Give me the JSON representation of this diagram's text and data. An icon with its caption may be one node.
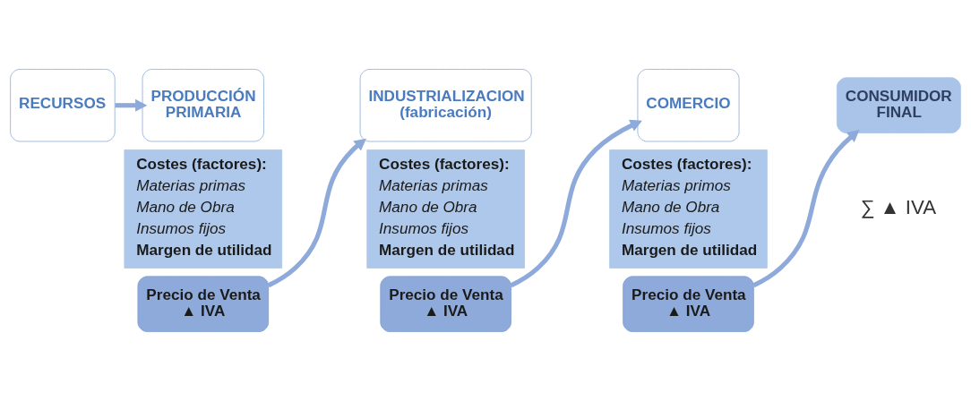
{
  "diagram": {
    "nodes": [
      {
        "text": [
          "RECURSOS"
        ]
      },
      {
        "text": [
          "PRODUCCIÓN PRIMARIA"
        ]
      },
      {
        "text": [
          "Costes (factores):",
          "Materias primas",
          "Mano de Obra",
          "Insumos fijos",
          "Margen de utilidad"
        ]
      },
      {
        "text": [
          "Precio de Venta",
          "▲ IVA"
        ]
      },
      {
        "text": [
          "INDUSTRIALIZACION (fabricación)"
        ]
      },
      {
        "text": [
          "Costes (factores):",
          "Materias primas",
          "Mano de Obra",
          "Insumos fijos",
          "Margen de utilidad"
        ]
      },
      {
        "text": [
          "Precio de Venta",
          "▲ IVA"
        ]
      },
      {
        "text": [
          "COMERCIO"
        ]
      },
      {
        "text": [
          "Costes (factores):",
          "Materias primos",
          "Mano de Obra",
          "Insumos fijos",
          "Margen de utilidad"
        ]
      },
      {
        "text": [
          "Precio de Venta",
          "▲ IVA"
        ]
      },
      {
        "text": [
          "CONSUMIDOR FINAL"
        ],
        "beside": [
          "∑ ▲ IVA"
        ]
      }
    ],
    "edges": [
      {
        "from": 0,
        "to": 1,
        "arrow": "to"
      },
      {
        "from": 3,
        "to": 4,
        "arrow": "to"
      },
      {
        "from": 6,
        "to": 7,
        "arrow": "to"
      },
      {
        "from": 9,
        "to": 10,
        "arrow": "to"
      }
    ]
  }
}
